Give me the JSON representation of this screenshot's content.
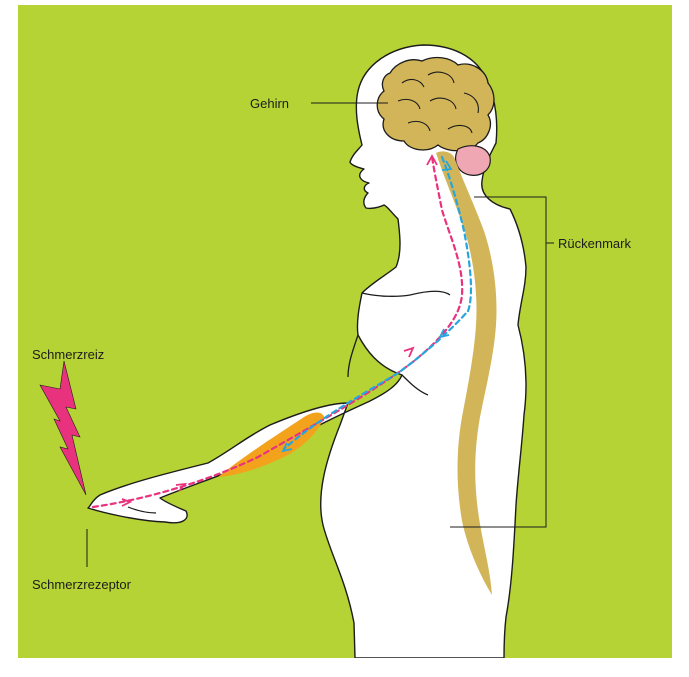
{
  "labels": {
    "brain": "Gehirn",
    "spinal_cord": "Rückenmark",
    "stimulus": "Schmerzreiz",
    "receptor": "Schmerzrezeptor"
  },
  "colors": {
    "background": "#b5d334",
    "body_fill": "#ffffff",
    "outline": "#1c1c1c",
    "brain": "#d2b559",
    "spinal_cord": "#d2b559",
    "cerebellum": "#efa7b4",
    "muscle": "#f3a21c",
    "lightning": "#e8327e",
    "afferent_path": "#e8327e",
    "efferent_path": "#27a5dd"
  },
  "icons": {
    "stimulus": "lightning-bolt-icon"
  }
}
